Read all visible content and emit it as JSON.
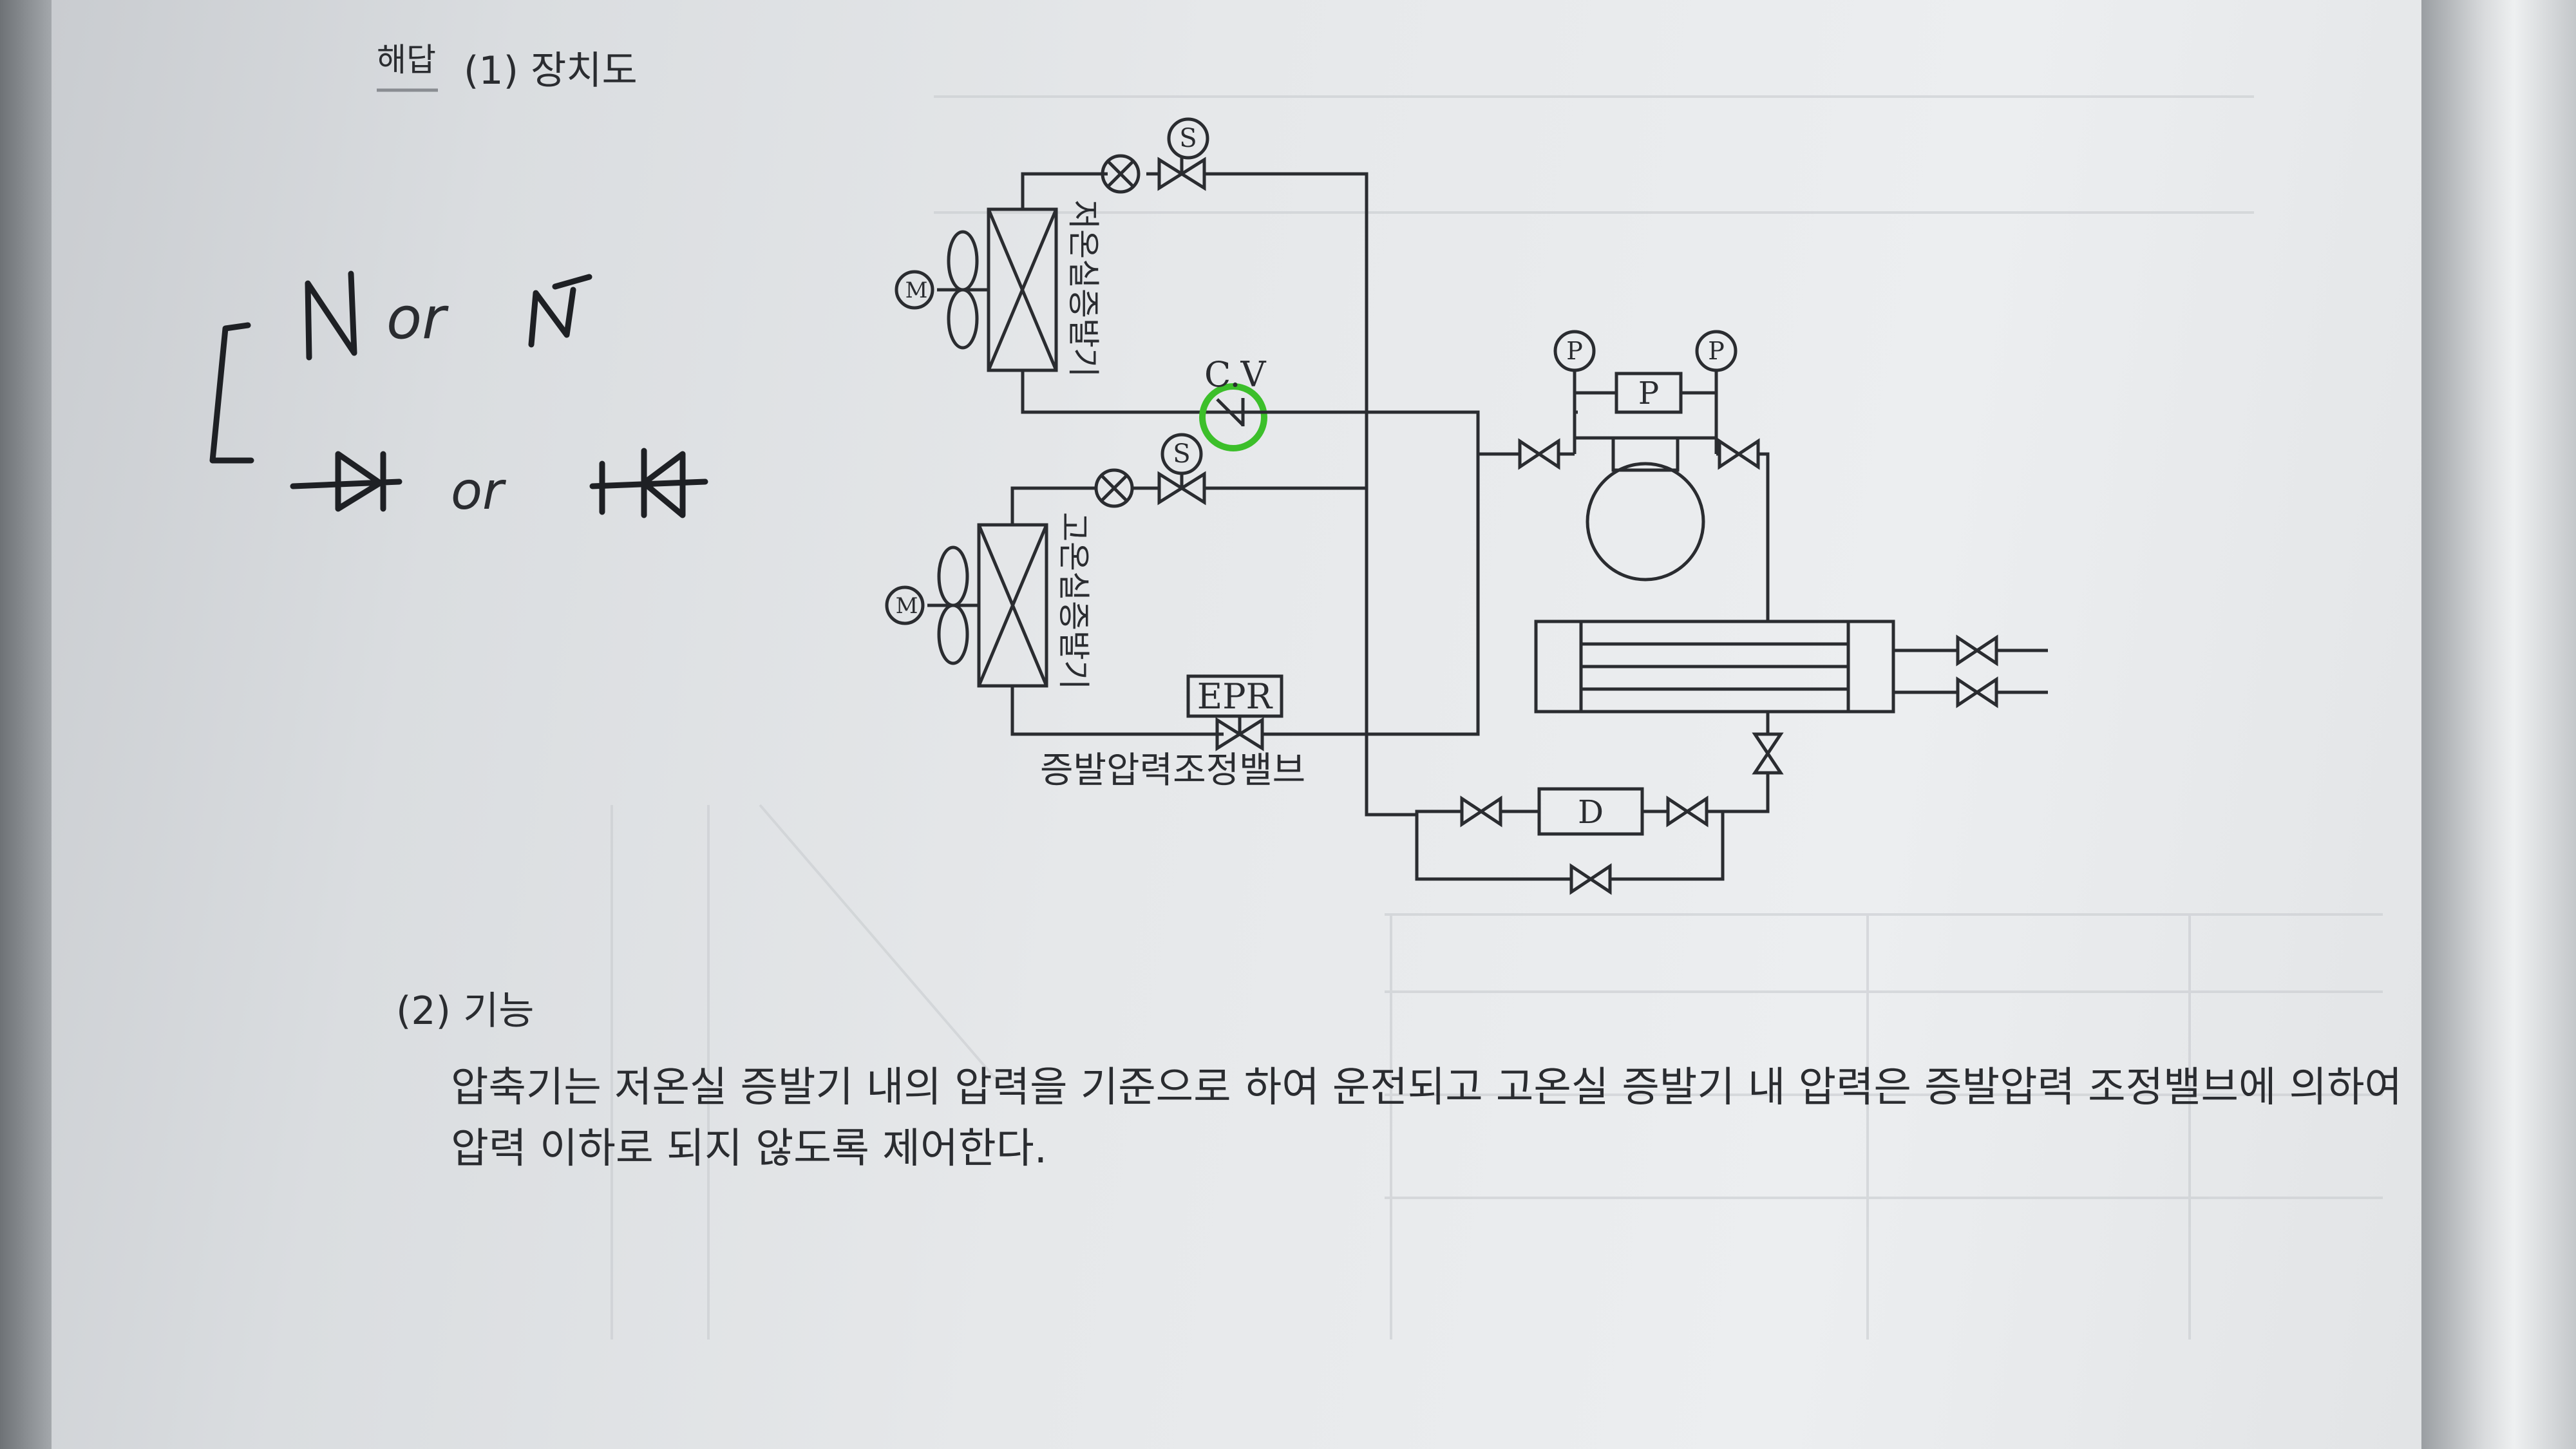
{
  "header": {
    "badge": "해답",
    "section1": "(1) 장치도"
  },
  "handwriting": {
    "line1": "N or Ɲ",
    "line2": "or"
  },
  "diagram": {
    "low_evaporator": "저온실증발기",
    "high_evaporator": "고온실증발기",
    "check_valve": "C.V",
    "epr": "EPR",
    "epr_caption": "증발압력조정밸브",
    "solenoid": "S",
    "motor": "M",
    "pressure_gauge": "P",
    "pressure_switch": "P",
    "drier": "D"
  },
  "section2": {
    "title": "(2) 기능",
    "line1": "압축기는 저온실 증발기 내의 압력을 기준으로 하여 운전되고 고온실 증발기 내 압력은 증발압력 조정밸브에 의하여",
    "line2": "압력 이하로 되지 않도록 제어한다."
  },
  "colors": {
    "ink": "#2a2c30",
    "highlight": "#3cbf2a",
    "pen": "#1e2024"
  }
}
